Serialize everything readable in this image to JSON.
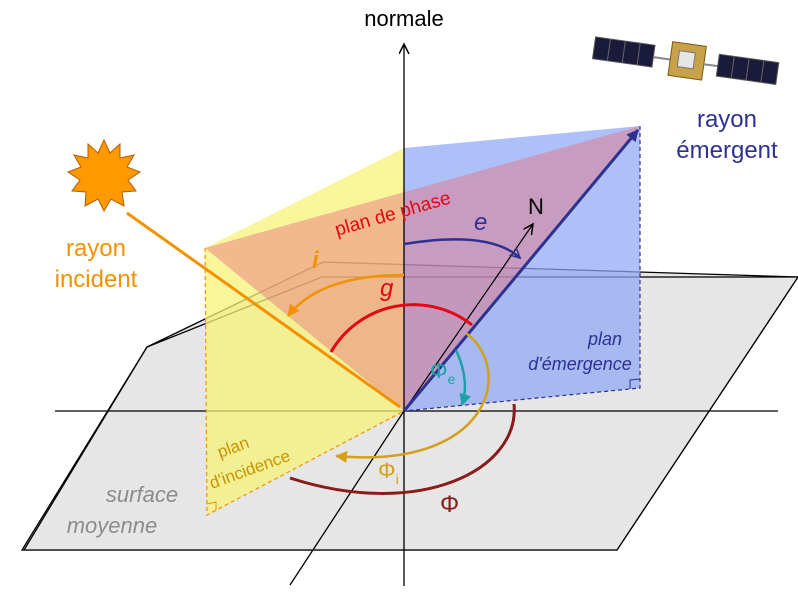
{
  "labels": {
    "normal": "normale",
    "emergent_ray": [
      "rayon",
      "émergent"
    ],
    "incident_ray": [
      "rayon",
      "incident"
    ],
    "phase_plane": "plan de phase",
    "emergence_plane": [
      "plan",
      "d'émergence"
    ],
    "incidence_plane": [
      "plan",
      "d'incidence"
    ],
    "mean_surface": [
      "surface",
      "moyenne"
    ],
    "normal_vector": "N",
    "angle_incidence": "i",
    "angle_emergence": "e",
    "angle_phase": "g",
    "azimuth_emergence": {
      "main": "Φ",
      "sub": "e"
    },
    "azimuth_incidence": {
      "main": "Φ",
      "sub": "i"
    },
    "azimuth_relative": "Φ"
  },
  "icons": {
    "light_source": "sun-icon",
    "observer": "satellite-icon"
  },
  "colors": {
    "incident": "#f39200",
    "emergent": "#2e3192",
    "phase": "#e30613",
    "azimuth_total": "#8b1a1a",
    "azimuth_incidence": "#d4a017",
    "azimuth_emergence": "#1ba1a6",
    "surface_text": "#8c8c8c",
    "surface_fill": "#e6e6e6",
    "incidence_plane_fill": "#f7f27a",
    "emergence_plane_fill": "#8fa8f5",
    "phase_plane_fill": "#e8a0a8"
  }
}
